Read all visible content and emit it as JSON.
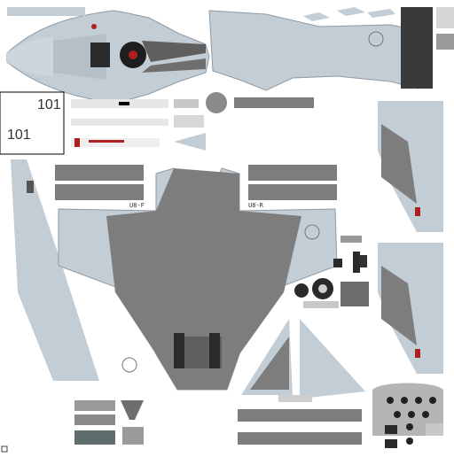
{
  "texture": {
    "colors": {
      "camo_light": "#c3cdd5",
      "camo_mid": "#a7b1b9",
      "dark_gray": "#7d7d7d",
      "darker_gray": "#5f5f5f",
      "panel_black": "#2a2a2a",
      "nozzle_red": "#b02020",
      "background": "#ffffff"
    },
    "board_number_large": "101",
    "board_number_small": "101",
    "pylon_code_left": "U8-F",
    "pylon_code_right": "U8-R",
    "icons": {
      "roundel": "star-roundel-icon",
      "flag": "tricolor-flag-icon",
      "wheel": "landing-wheel-icon",
      "intake_fan": "intake-fan-icon",
      "speaker": "grille-icon",
      "dial": "gauge-dial-icon"
    }
  }
}
